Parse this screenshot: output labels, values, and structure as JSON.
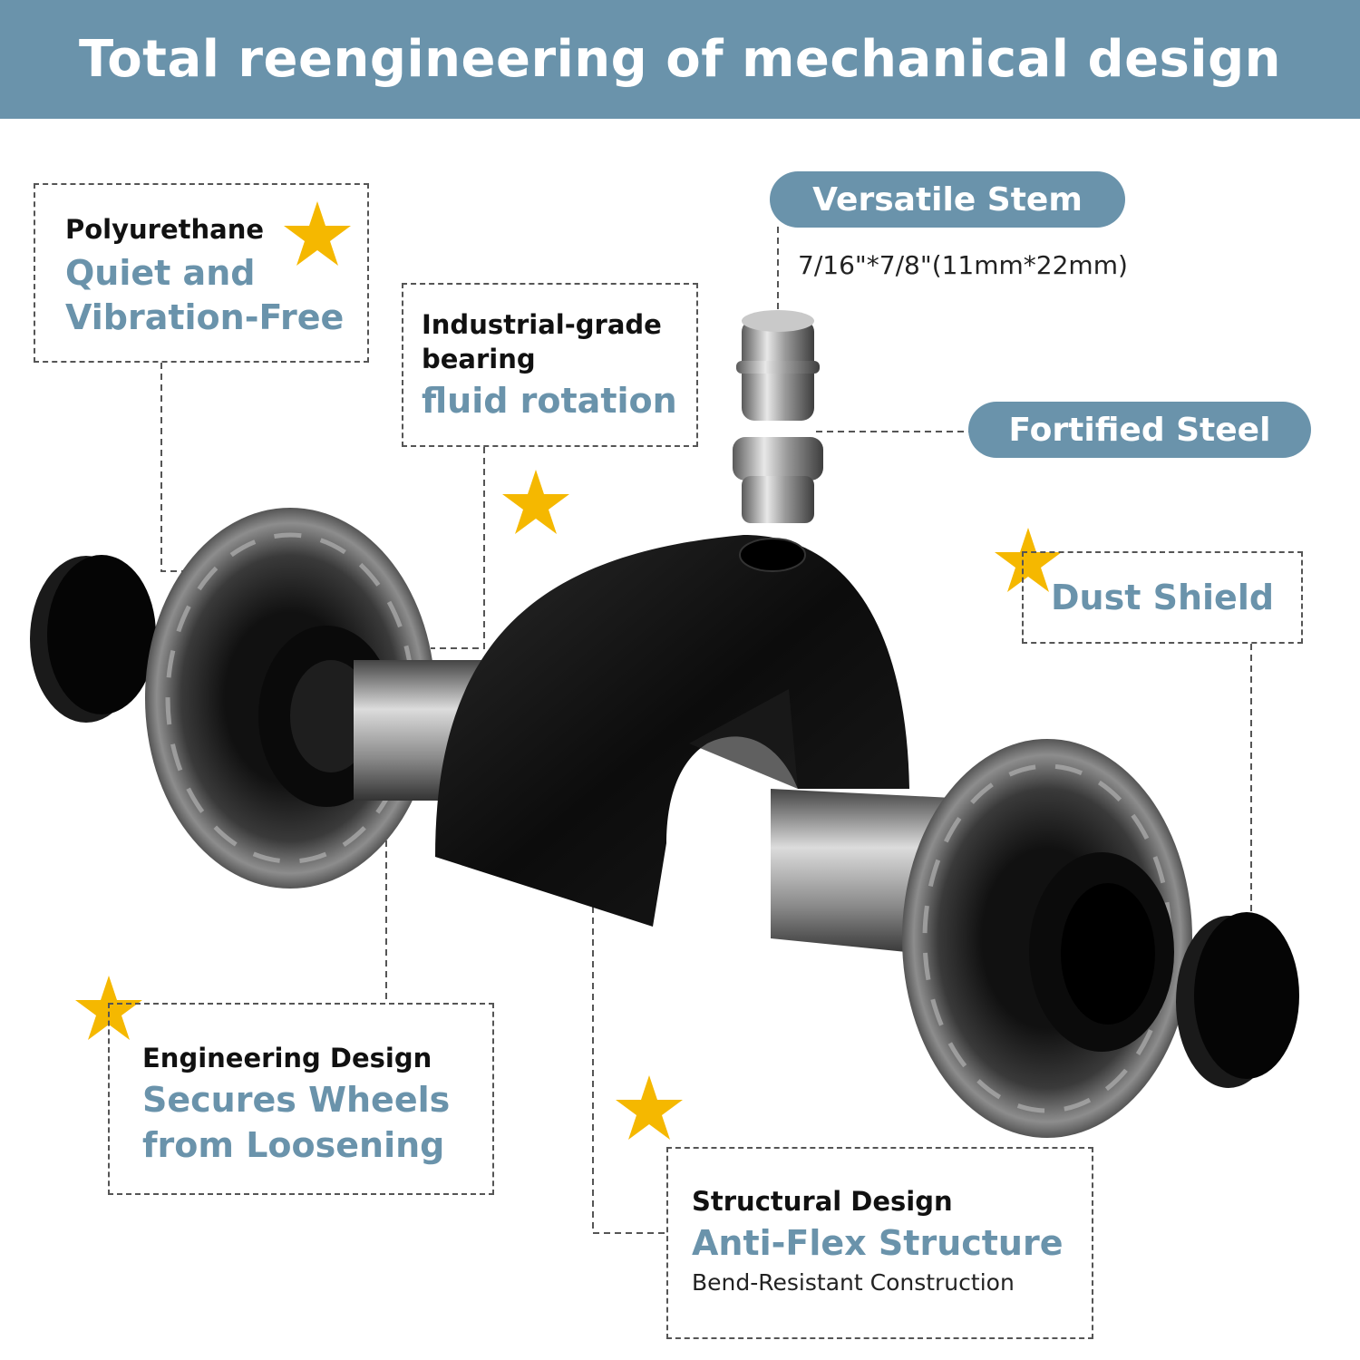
{
  "header": {
    "title": "Total reengineering of mechanical design"
  },
  "callouts": {
    "polyurethane": {
      "heading": "Polyurethane",
      "line1": "Quiet and",
      "line2": "Vibration-Free"
    },
    "bearing": {
      "heading1": "Industrial-grade",
      "heading2": "bearing",
      "feature": "fluid rotation"
    },
    "stem": {
      "pill": "Versatile Stem",
      "spec": "7/16\"*7/8\"(11mm*22mm)"
    },
    "steel": {
      "pill": "Fortified Steel"
    },
    "dust": {
      "feature": "Dust Shield"
    },
    "engineering": {
      "heading": "Engineering Design",
      "line1": "Secures Wheels",
      "line2": "from Loosening"
    },
    "structural": {
      "heading": "Structural Design",
      "feature": "Anti-Flex Structure",
      "sub": "Bend-Resistant Construction"
    }
  },
  "colors": {
    "accent": "#6a93ab",
    "star": "#f5b800",
    "dark": "#111111"
  },
  "icons": {
    "star": "star-icon"
  }
}
